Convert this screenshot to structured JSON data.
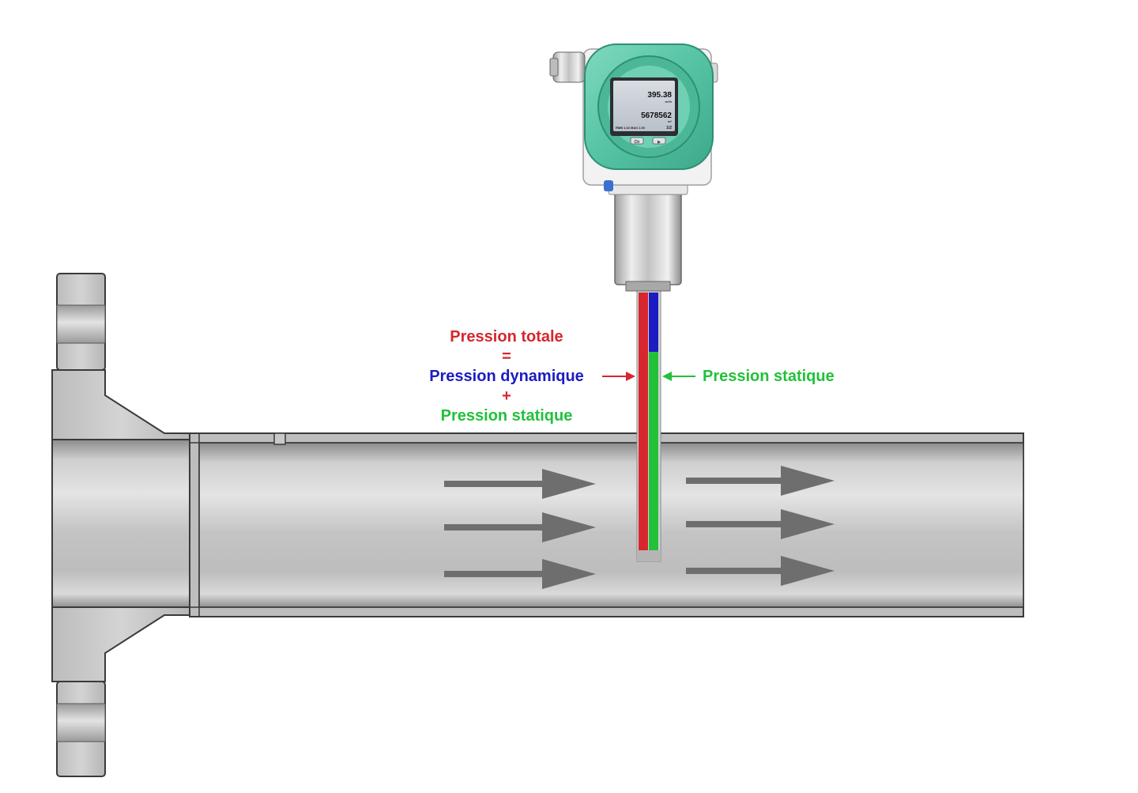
{
  "diagram": {
    "labels": {
      "total_pressure": "Pression totale",
      "equals": "=",
      "dynamic_pressure": "Pression dynamique",
      "plus": "+",
      "static_pressure_left": "Pression statique",
      "static_pressure_right": "Pression statique"
    },
    "display": {
      "value_top": "395.38",
      "unit_top": "m³/h",
      "value_bottom": "5678562",
      "unit_bottom": "m³",
      "status_line": "RMB 1.02 MAX 1.00",
      "status_right": "1/2",
      "softkey_left": "Clr",
      "softkey_right": "▶"
    },
    "colors": {
      "total": "#d7262e",
      "dynamic": "#1c1cc2",
      "static": "#22c13a",
      "housing": "#5fc9aa",
      "flow_arrow": "#6e6e6e"
    },
    "icons": [
      "flow-arrow-icon",
      "pointer-arrow-icon"
    ]
  }
}
